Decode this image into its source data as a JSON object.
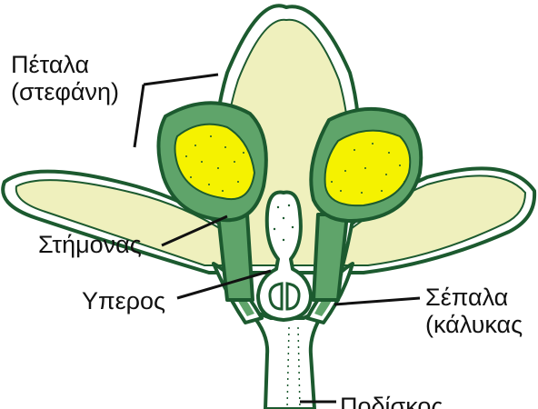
{
  "labels": {
    "petals": [
      "Πέταλα",
      "(στεφάνη)"
    ],
    "stamen": "Στήμονας",
    "pistil": "Υπερος",
    "sepals": [
      "Σέπαλα",
      "(κάλυκας"
    ],
    "receptacle": "Ποδίσκος"
  },
  "colors": {
    "petal_fill": "#eff0bd",
    "petal_white": "#ffffff",
    "stamen_green": "#5fa46a",
    "outline": "#1c5a2f",
    "pollen_yellow": "#f5f200",
    "label_text": "#111111"
  }
}
